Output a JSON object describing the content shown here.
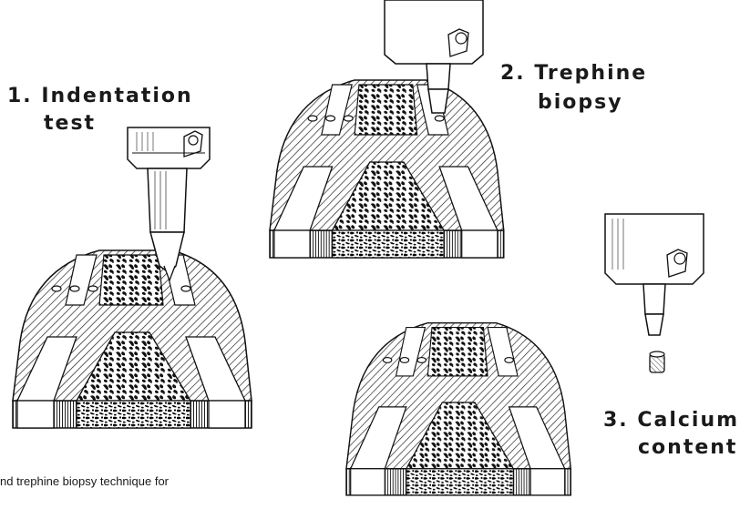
{
  "labels": {
    "step1_line1": "1. Indentation",
    "step1_line2": "test",
    "step2_line1": "2. Trephine",
    "step2_line2": "biopsy",
    "step3_line1": "3. Calcium",
    "step3_line2": "content"
  },
  "caption": "nd trephine biopsy technique for"
}
